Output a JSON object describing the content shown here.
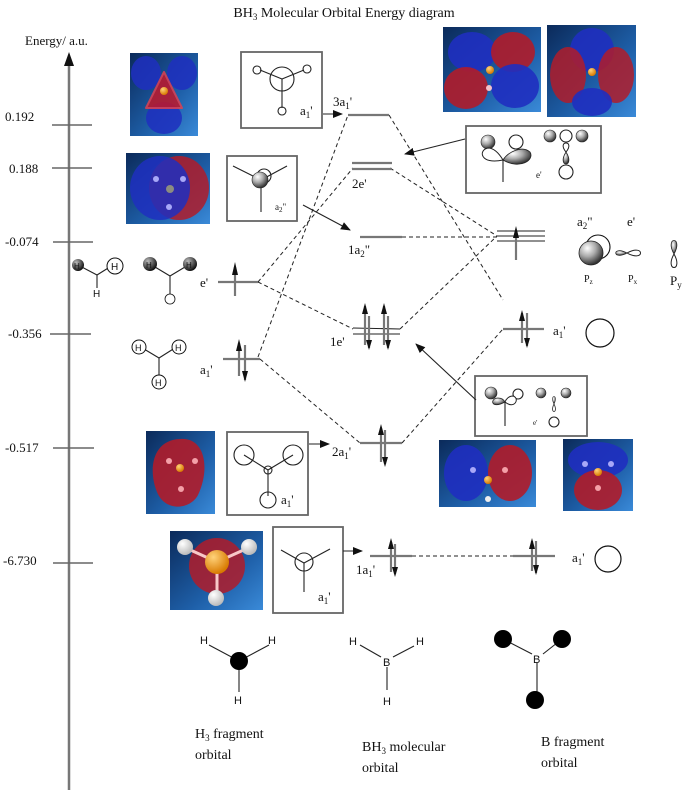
{
  "title": {
    "prefix": "BH",
    "sub": "3",
    "suffix": " Molecular Orbital Energy diagram"
  },
  "axis": {
    "label": "Energy/ a.u.",
    "ticks": [
      "0.192",
      "0.188",
      "-0.074",
      "-0.356",
      "-0.517",
      "-6.730"
    ]
  },
  "mo_levels": {
    "a3": {
      "label": "3a",
      "sub": "1",
      "sup": "'"
    },
    "e2": {
      "label": "2e'"
    },
    "a2pp": {
      "label": "1a",
      "sub": "2",
      "sup": "\""
    },
    "e1": {
      "label": "1e'"
    },
    "a2": {
      "label": "2a",
      "sub": "1",
      "sup": "'"
    },
    "a1": {
      "label": "1a",
      "sub": "1",
      "sup": "'"
    }
  },
  "h3_levels": {
    "e": {
      "label": "e'"
    },
    "a": {
      "label": "a",
      "sub": "1",
      "sup": "'"
    }
  },
  "b_levels": {
    "p": {
      "a2pp_label": "a",
      "a2pp_sub": "2",
      "a2pp_sup": "\"",
      "e_label": "e'",
      "pz": "P",
      "pz_sub": "z",
      "px": "P",
      "px_sub": "x",
      "py": "P",
      "py_sub": "y"
    },
    "s2": {
      "label": "a",
      "sub": "1",
      "sup": "'"
    },
    "s1": {
      "label": "a",
      "sub": "1",
      "sup": "'"
    }
  },
  "boxes": {
    "a1_top": {
      "label": "a",
      "sub": "1",
      "sup": "'"
    },
    "a2pp": {
      "label": "a",
      "sub": "2",
      "sup": "\""
    },
    "e_top": {
      "label": "e'"
    },
    "e_bottom": {
      "label": "e'"
    },
    "a1_mid": {
      "label": "a",
      "sub": "1",
      "sup": "'"
    },
    "a1_low": {
      "label": "a",
      "sub": "1",
      "sup": "'"
    }
  },
  "atoms": {
    "h": "H",
    "b": "B"
  },
  "footer": {
    "h3": {
      "line1_prefix": "H",
      "line1_sub": "3",
      "line1_suffix": " fragment",
      "line2": "orbital"
    },
    "bh3": {
      "line1_prefix": "BH",
      "line1_sub": "3",
      "line1_suffix": " molecular",
      "line2": "orbital"
    },
    "b": {
      "line1": "B fragment",
      "line2": "orbital"
    }
  },
  "colors": {
    "lobe_red": "#b01c2a",
    "lobe_blue": "#1f2fc0",
    "bg_blue": "#1e5fa8",
    "boron": "#e8900c"
  }
}
